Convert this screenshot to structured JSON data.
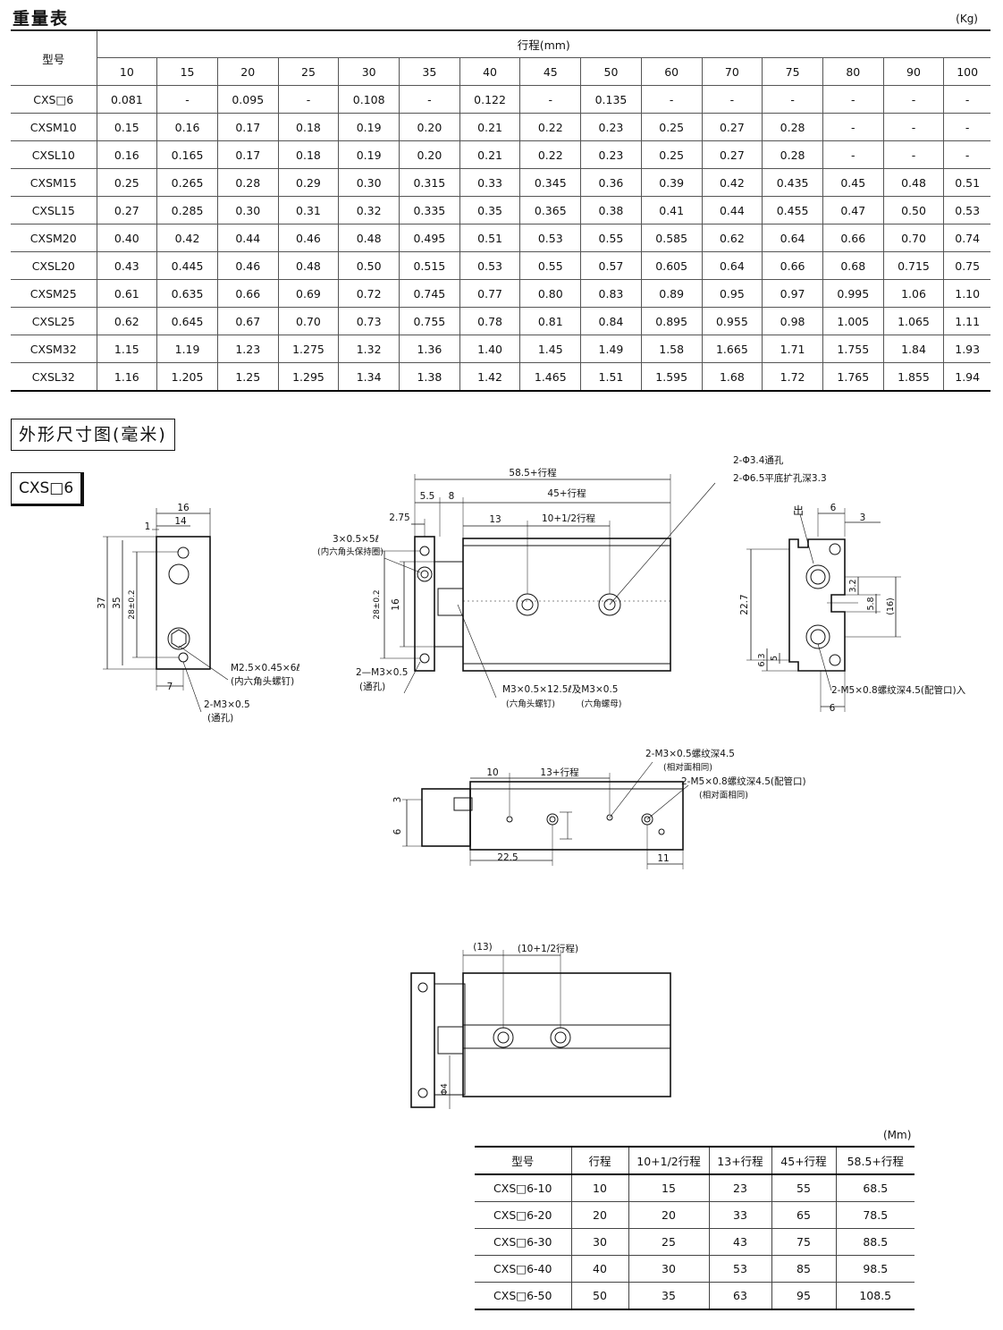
{
  "weight_table": {
    "title": "重量表",
    "unit": "(Kg)",
    "model_header": "型号",
    "stroke_header": "行程(mm)",
    "strokes": [
      "10",
      "15",
      "20",
      "25",
      "30",
      "35",
      "40",
      "45",
      "50",
      "60",
      "70",
      "75",
      "80",
      "90",
      "100"
    ],
    "rows": [
      {
        "model": "CXS□6",
        "values": [
          "0.081",
          "-",
          "0.095",
          "-",
          "0.108",
          "-",
          "0.122",
          "-",
          "0.135",
          "-",
          "-",
          "-",
          "-",
          "-",
          "-"
        ]
      },
      {
        "model": "CXSM10",
        "values": [
          "0.15",
          "0.16",
          "0.17",
          "0.18",
          "0.19",
          "0.20",
          "0.21",
          "0.22",
          "0.23",
          "0.25",
          "0.27",
          "0.28",
          "-",
          "-",
          "-"
        ]
      },
      {
        "model": "CXSL10",
        "values": [
          "0.16",
          "0.165",
          "0.17",
          "0.18",
          "0.19",
          "0.20",
          "0.21",
          "0.22",
          "0.23",
          "0.25",
          "0.27",
          "0.28",
          "-",
          "-",
          "-"
        ]
      },
      {
        "model": "CXSM15",
        "values": [
          "0.25",
          "0.265",
          "0.28",
          "0.29",
          "0.30",
          "0.315",
          "0.33",
          "0.345",
          "0.36",
          "0.39",
          "0.42",
          "0.435",
          "0.45",
          "0.48",
          "0.51"
        ]
      },
      {
        "model": "CXSL15",
        "values": [
          "0.27",
          "0.285",
          "0.30",
          "0.31",
          "0.32",
          "0.335",
          "0.35",
          "0.365",
          "0.38",
          "0.41",
          "0.44",
          "0.455",
          "0.47",
          "0.50",
          "0.53"
        ]
      },
      {
        "model": "CXSM20",
        "values": [
          "0.40",
          "0.42",
          "0.44",
          "0.46",
          "0.48",
          "0.495",
          "0.51",
          "0.53",
          "0.55",
          "0.585",
          "0.62",
          "0.64",
          "0.66",
          "0.70",
          "0.74"
        ]
      },
      {
        "model": "CXSL20",
        "values": [
          "0.43",
          "0.445",
          "0.46",
          "0.48",
          "0.50",
          "0.515",
          "0.53",
          "0.55",
          "0.57",
          "0.605",
          "0.64",
          "0.66",
          "0.68",
          "0.715",
          "0.75"
        ]
      },
      {
        "model": "CXSM25",
        "values": [
          "0.61",
          "0.635",
          "0.66",
          "0.69",
          "0.72",
          "0.745",
          "0.77",
          "0.80",
          "0.83",
          "0.89",
          "0.95",
          "0.97",
          "0.995",
          "1.06",
          "1.10"
        ]
      },
      {
        "model": "CXSL25",
        "values": [
          "0.62",
          "0.645",
          "0.67",
          "0.70",
          "0.73",
          "0.755",
          "0.78",
          "0.81",
          "0.84",
          "0.895",
          "0.955",
          "0.98",
          "1.005",
          "1.065",
          "1.11"
        ]
      },
      {
        "model": "CXSM32",
        "values": [
          "1.15",
          "1.19",
          "1.23",
          "1.275",
          "1.32",
          "1.36",
          "1.40",
          "1.45",
          "1.49",
          "1.58",
          "1.665",
          "1.71",
          "1.755",
          "1.84",
          "1.93"
        ]
      },
      {
        "model": "CXSL32",
        "values": [
          "1.16",
          "1.205",
          "1.25",
          "1.295",
          "1.34",
          "1.38",
          "1.42",
          "1.465",
          "1.51",
          "1.595",
          "1.68",
          "1.72",
          "1.765",
          "1.855",
          "1.94"
        ]
      }
    ]
  },
  "section_title": "外形尺寸图(毫米)",
  "model_label": "CXS□6",
  "drawing_side": {
    "d16": "16",
    "d14": "14",
    "d1": "1",
    "d37": "37",
    "d35": "35",
    "d28": "28±0.2",
    "d7": "7",
    "screw_note": "M2.5×0.45×6ℓ",
    "screw_note2": "(内六角头螺钉)",
    "hole_note": "2-M3×0.5",
    "hole_note2": "(通孔)"
  },
  "drawing_front": {
    "total": "58.5+行程",
    "d55": "5.5",
    "d8": "8",
    "body": "45+行程",
    "d275": "2.75",
    "d13": "13",
    "half": "10+1/2行程",
    "d28": "28±0.2",
    "d16": "16",
    "ring_note": "3×0.5×5ℓ",
    "ring_note2": "(内六角头保持圈)",
    "hole_note": "2—M3×0.5",
    "hole_note2": "(通孔)",
    "thru_note": "2-Φ3.4通孔",
    "cbore_note": "2-Φ6.5平底扩孔深3.3",
    "bolt_note": "M3×0.5×12.5ℓ及M3×0.5",
    "bolt_note2": "(六角头螺钉)",
    "bolt_note3": "(六角螺母)"
  },
  "drawing_end": {
    "out": "出",
    "d6": "6",
    "d3": "3",
    "d227": "22.7",
    "d32": "3.2",
    "d58": "5.8",
    "d16": "(16)",
    "d63": "6.3",
    "d5": "5",
    "d6b": "6",
    "port_note": "2-M5×0.8螺纹深4.5(配管口)入"
  },
  "drawing_top": {
    "d10": "10",
    "stroke13": "13+行程",
    "d3": "3",
    "d6": "6",
    "d225": "22.5",
    "d11": "11",
    "m3_note": "2-M3×0.5螺纹深4.5",
    "m3_note2": "(相对面相同)",
    "m5_note": "2-M5×0.8螺纹深4.5(配管口)",
    "m5_note2": "(相对面相同)"
  },
  "drawing_bottom": {
    "d13": "(13)",
    "half": "(10+1/2行程)",
    "phi4": "Φ4"
  },
  "dim_table": {
    "unit": "(Mm)",
    "headers": [
      "型号",
      "行程",
      "10+1/2行程",
      "13+行程",
      "45+行程",
      "58.5+行程"
    ],
    "rows": [
      [
        "CXS□6-10",
        "10",
        "15",
        "23",
        "55",
        "68.5"
      ],
      [
        "CXS□6-20",
        "20",
        "20",
        "33",
        "65",
        "78.5"
      ],
      [
        "CXS□6-30",
        "30",
        "25",
        "43",
        "75",
        "88.5"
      ],
      [
        "CXS□6-40",
        "40",
        "30",
        "53",
        "85",
        "98.5"
      ],
      [
        "CXS□6-50",
        "50",
        "35",
        "63",
        "95",
        "108.5"
      ]
    ]
  }
}
